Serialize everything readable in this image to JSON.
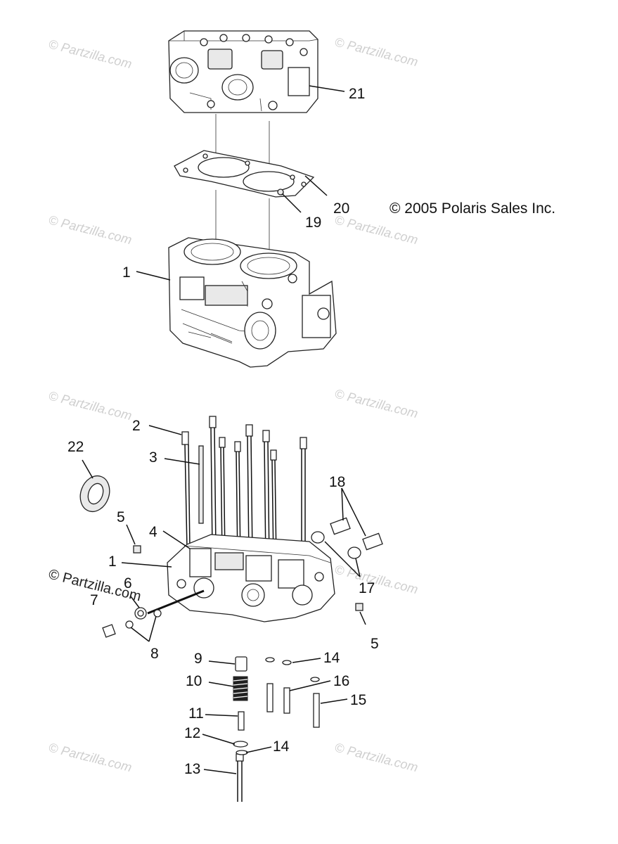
{
  "copyright": "© 2005 Polaris Sales Inc.",
  "watermark": "© Partzilla.com",
  "callouts": {
    "c1_top": "1",
    "c1_bottom": "1",
    "c2": "2",
    "c3": "3",
    "c4": "4",
    "c5_left": "5",
    "c5_right": "5",
    "c6": "6",
    "c7": "7",
    "c8": "8",
    "c9": "9",
    "c10": "10",
    "c11": "11",
    "c12": "12",
    "c13": "13",
    "c14_top": "14",
    "c14_bottom": "14",
    "c15": "15",
    "c16": "16",
    "c17": "17",
    "c18": "18",
    "c19": "19",
    "c20": "20",
    "c21": "21",
    "c22": "22"
  },
  "parts": [
    "cylinder-head",
    "head-gasket",
    "engine-block",
    "long-bolt",
    "rod",
    "oil-seal",
    "plug",
    "spring",
    "bolt",
    "washer",
    "fitting",
    "o-ring"
  ]
}
